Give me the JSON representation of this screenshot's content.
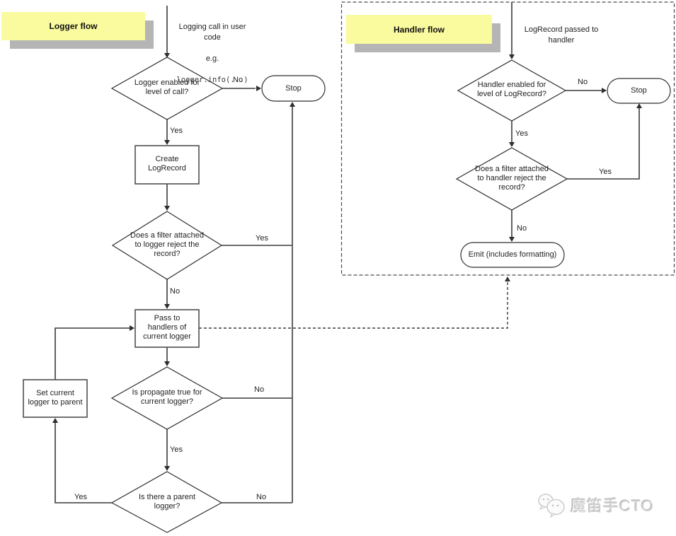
{
  "logger_flow": {
    "title": "Logger flow",
    "entry_text": "Logging call in user\ncode",
    "entry_eg": "e.g.",
    "entry_code": "logger.info(...)",
    "decision_level": "Logger enabled for\nlevel of call?",
    "stop_label": "Stop",
    "create_box": "Create\nLogRecord",
    "decision_filter": "Does a filter attached\nto logger reject the\nrecord?",
    "pass_box": "Pass to\nhandlers of\ncurrent logger",
    "decision_propagate": "Is propagate true for\ncurrent logger?",
    "decision_parent": "Is there a parent\nlogger?",
    "set_parent_box": "Set current\nlogger to parent",
    "edge_labels": {
      "level_no": "No",
      "level_yes": "Yes",
      "filter_yes": "Yes",
      "filter_no": "No",
      "propagate_no": "No",
      "propagate_yes": "Yes",
      "parent_yes": "Yes",
      "parent_no": "No"
    }
  },
  "handler_flow": {
    "title": "Handler flow",
    "entry_text": "LogRecord passed to\nhandler",
    "decision_level": "Handler enabled for\nlevel of LogRecord?",
    "stop_label": "Stop",
    "decision_filter": "Does a filter attached\nto handler reject the\nrecord?",
    "emit_label": "Emit (includes formatting)",
    "edge_labels": {
      "level_no": "No",
      "level_yes": "Yes",
      "filter_yes": "Yes",
      "filter_no": "No"
    }
  },
  "watermark": {
    "text": "魔笛手CTO",
    "icon": "wechat-bubbles-icon"
  },
  "colors": {
    "label_bg": "#fafa9e",
    "label_shadow": "#b5b5b5",
    "line": "#3a3a3a",
    "shape_fill": "#ffffff"
  }
}
